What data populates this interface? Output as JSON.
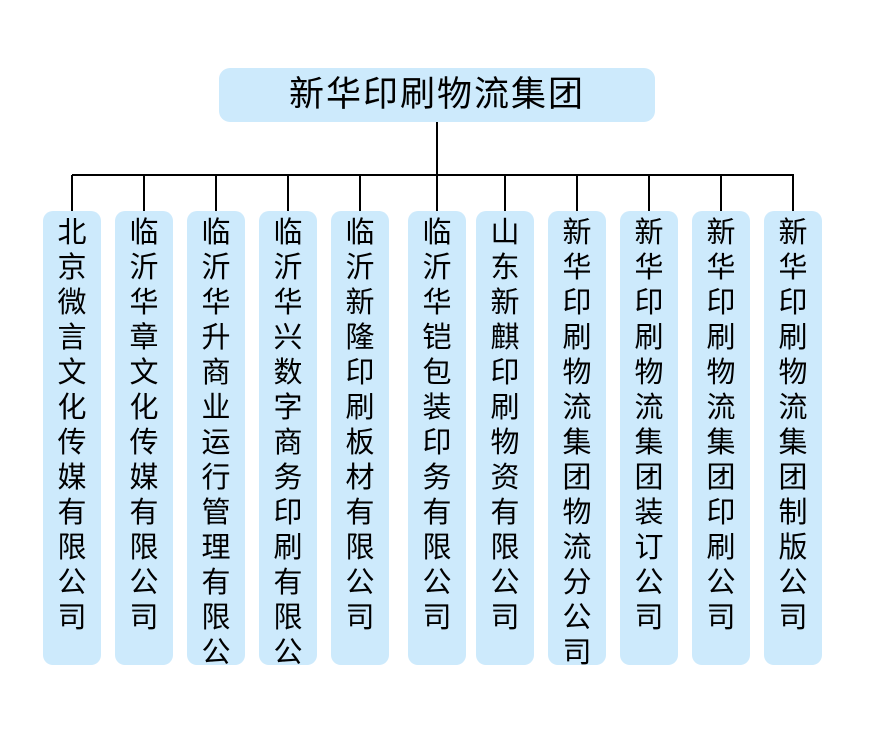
{
  "chart_title": "新华印刷物流集团",
  "colors": {
    "node_fill": "#cdeafc",
    "connector_line": "#000000",
    "text": "#000000",
    "background": "#ffffff"
  },
  "root": {
    "label": "新华印刷物流集团"
  },
  "children": [
    {
      "label": "北京微言文化传媒有限公司"
    },
    {
      "label": "临沂华章文化传媒有限公司"
    },
    {
      "label": "临沂华升商业运行管理有限公司"
    },
    {
      "label": "临沂华兴数字商务印刷有限公司"
    },
    {
      "label": "临沂新隆印刷板材有限公司"
    },
    {
      "label": "临沂华铠包装印务有限公司"
    },
    {
      "label": "山东新麒印刷物资有限公司"
    },
    {
      "label": "新华印刷物流集团物流分公司"
    },
    {
      "label": "新华印刷物流集团装订公司"
    },
    {
      "label": "新华印刷物流集团印刷公司"
    },
    {
      "label": "新华印刷物流集团制版公司"
    }
  ]
}
